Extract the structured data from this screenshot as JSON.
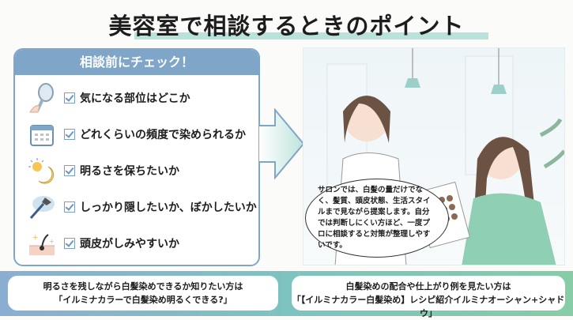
{
  "title": "美容室で相談するときのポイント",
  "checklist": {
    "header": "相談前にチェック！",
    "items": [
      {
        "icon": "hand-mirror-icon",
        "label": "気になる部位はどこか"
      },
      {
        "icon": "calendar-icon",
        "label": "どれくらいの頻度で染められるか"
      },
      {
        "icon": "sun-moon-icon",
        "label": "明るさを保ちたいか"
      },
      {
        "icon": "makeup-brush-icon",
        "label": "しっかり隠したいか、ぼかしたいか"
      },
      {
        "icon": "scalp-hair-icon",
        "label": "頭皮がしみやすいか"
      }
    ]
  },
  "speech_bubble": "サロンでは、白髪の量だけでなく、髪質、頭皮状態、生活スタイルまで見ながら提案します。自分では判断しにくい方ほど、一度プロに相談すると対策が整理しやすいです。",
  "links": [
    {
      "line1": "明るさを残しながら白髪染めできるか知りたい方は",
      "line2": "「イルミナカラーで白髪染め明るくできる?」"
    },
    {
      "line1": "白髪染めの配合や仕上がり例を見たい方は",
      "line2": "「【イルミナカラー白髪染め】レシピ紹介イルミナオーシャン+シャドウ」"
    }
  ],
  "colors": {
    "accent": "#7fa6c9",
    "underline": "#b8e2da"
  }
}
